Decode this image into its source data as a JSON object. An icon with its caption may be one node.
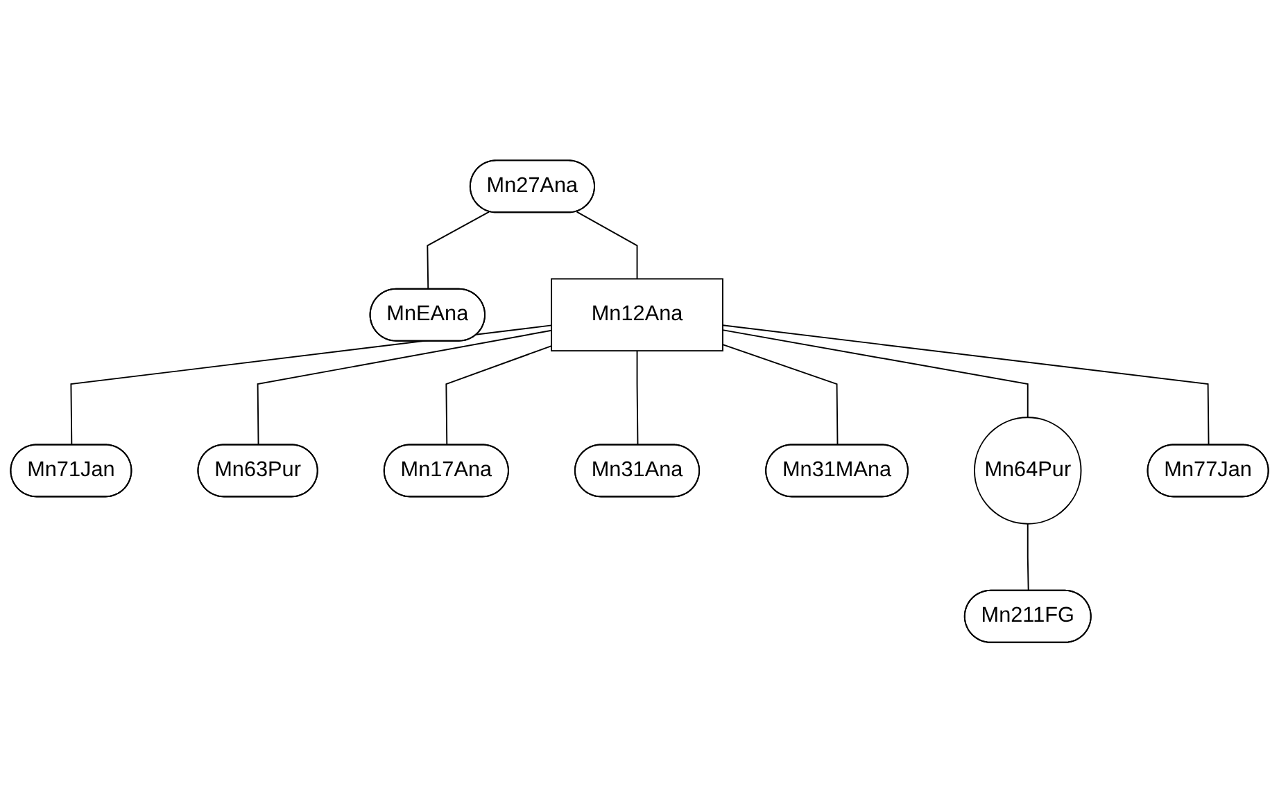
{
  "diagram": {
    "nodes": [
      {
        "text": [
          "Mn27Ana"
        ]
      },
      {
        "text": [
          "MnEAna"
        ]
      },
      {
        "text": [
          "Mn12Ana"
        ]
      },
      {
        "text": [
          "Mn71Jan"
        ]
      },
      {
        "text": [
          "Mn63Pur"
        ]
      },
      {
        "text": [
          "Mn17Ana"
        ]
      },
      {
        "text": [
          "Mn31Ana"
        ]
      },
      {
        "text": [
          "Mn31MAna"
        ]
      },
      {
        "text": [
          "Mn64Pur"
        ]
      },
      {
        "text": [
          "Mn77Jan"
        ]
      },
      {
        "text": [
          "Mn211FG"
        ]
      }
    ],
    "edges": [
      {
        "from": 0,
        "to": 1,
        "arrow": "none"
      },
      {
        "from": 0,
        "to": 2,
        "arrow": "none"
      },
      {
        "from": 2,
        "to": 3,
        "arrow": "none"
      },
      {
        "from": 2,
        "to": 4,
        "arrow": "none"
      },
      {
        "from": 2,
        "to": 5,
        "arrow": "none"
      },
      {
        "from": 2,
        "to": 6,
        "arrow": "none"
      },
      {
        "from": 2,
        "to": 7,
        "arrow": "none"
      },
      {
        "from": 2,
        "to": 8,
        "arrow": "none"
      },
      {
        "from": 2,
        "to": 9,
        "arrow": "none"
      },
      {
        "from": 8,
        "to": 10,
        "arrow": "none"
      }
    ]
  }
}
